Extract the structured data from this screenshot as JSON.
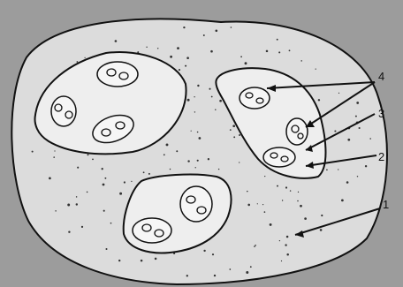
{
  "labels": {
    "one": "1",
    "two": "2",
    "three": "3",
    "four": "4"
  },
  "colors": {
    "background": "#9c9c9c",
    "outer_fill": "#dcdcdc",
    "inner_fill": "#eeeeee",
    "ink": "#111111"
  }
}
